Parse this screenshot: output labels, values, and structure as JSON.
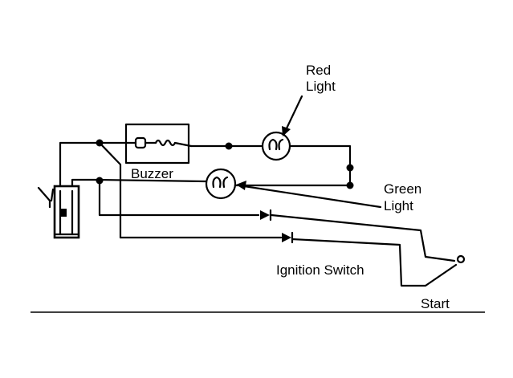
{
  "labels": {
    "red_light_line1": "Red",
    "red_light_line2": "Light",
    "buzzer": "Buzzer",
    "green_light_line1": "Green",
    "green_light_line2": "Light",
    "ignition_switch": "Ignition Switch",
    "start": "Start"
  },
  "components": {
    "red_light": "lamp-icon",
    "green_light": "lamp-icon",
    "buzzer": "buzzer-icon",
    "diode_upper": "diode-icon",
    "diode_lower": "diode-icon",
    "switch": "ignition-switch-icon",
    "connector": "connector-icon"
  }
}
